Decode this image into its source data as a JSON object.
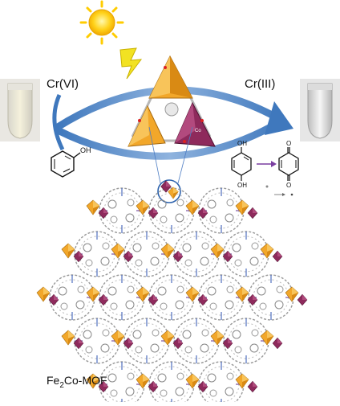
{
  "labels": {
    "reactant_species": "Cr(VI)",
    "product_species": "Cr(III)",
    "framework_name_prefix": "Fe",
    "framework_name_subscript": "2",
    "framework_name_suffix": "Co-MOF",
    "phenol_oh": "OH",
    "hydroquinone_oh_top": "OH",
    "hydroquinone_oh_bottom": "OH",
    "quinone_o_top": "O",
    "quinone_o_bottom": "O",
    "cobalt_site": "Co"
  },
  "icons": {
    "light_source": "sun-icon",
    "irradiation": "lightning-icon",
    "reactant_vial": "vial-pale-yellow-icon",
    "product_vial": "vial-clear-icon"
  },
  "colors": {
    "iron_octahedra": "#f2a72a",
    "cobalt_octahedra": "#8e2a5c",
    "cycle_arrow": "#6f9bd1",
    "sun": "#ffd21a",
    "lightning": "#f2e222",
    "transformation_arrow": "#7a3ea0"
  }
}
